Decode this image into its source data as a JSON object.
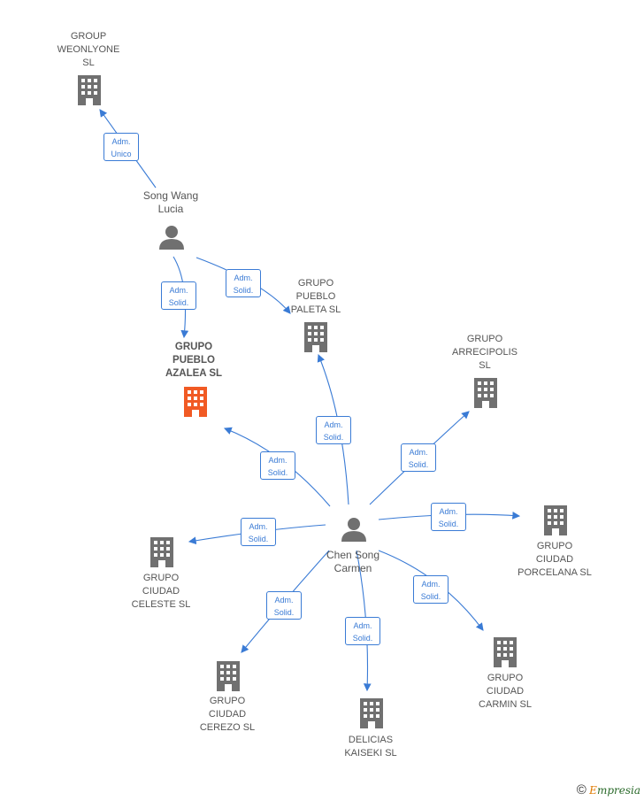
{
  "nodes": {
    "group_weonlyone": "GROUP\nWEONLYONE\nSL",
    "song_wang_lucia": "Song Wang\nLucia",
    "grupo_pueblo_azalea": "GRUPO\nPUEBLO\nAZALEA  SL",
    "grupo_pueblo_paleta": "GRUPO\nPUEBLO\nPALETA  SL",
    "grupo_arrecipolis": "GRUPO\nARRECIPOLIS\nSL",
    "chen_song_carmen": "Chen Song\nCarmen",
    "grupo_ciudad_porcelana": "GRUPO\nCIUDAD\nPORCELANA  SL",
    "grupo_ciudad_celeste": "GRUPO\nCIUDAD\nCELESTE  SL",
    "grupo_ciudad_carmin": "GRUPO\nCIUDAD\nCARMIN  SL",
    "grupo_ciudad_cerezo": "GRUPO\nCIUDAD\nCEREZO  SL",
    "delicias_kaiseki": "DELICIAS\nKAISEKI  SL"
  },
  "edges": {
    "e1": "Adm.\nUnico",
    "e2": "Adm.\nSolid.",
    "e3": "Adm.\nSolid.",
    "e4": "Adm.\nSolid.",
    "e5": "Adm.\nSolid.",
    "e6": "Adm.\nSolid.",
    "e7": "Adm.\nSolid.",
    "e8": "Adm.\nSolid.",
    "e9": "Adm.\nSolid.",
    "e10": "Adm.\nSolid.",
    "e11": "Adm.\nSolid."
  },
  "colors": {
    "edge": "#3a7bd5",
    "building": "#707070",
    "highlight": "#f15a24",
    "person": "#707070"
  },
  "footer": {
    "copyright_symbol": "©",
    "brand_first": "E",
    "brand_rest": "mpresia"
  }
}
